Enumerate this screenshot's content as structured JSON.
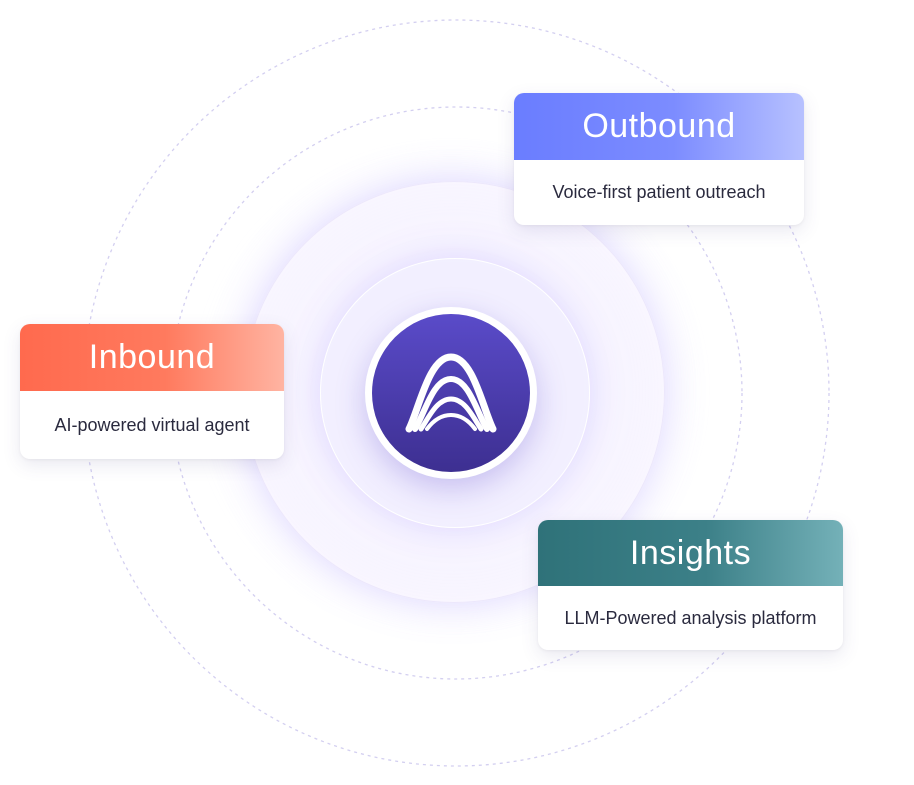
{
  "colors": {
    "outbound_accent": "#6a7dff",
    "inbound_accent": "#ff6a4e",
    "insights_accent": "#2f7279",
    "logo_background": "#4a3cb0",
    "ring_dashed": "#c9c3ec"
  },
  "center": {
    "logo_icon": "arch-logo-icon"
  },
  "cards": {
    "outbound": {
      "title": "Outbound",
      "subtitle": "Voice-first patient outreach"
    },
    "inbound": {
      "title": "Inbound",
      "subtitle": "AI-powered virtual agent"
    },
    "insights": {
      "title": "Insights",
      "subtitle": "LLM-Powered analysis platform"
    }
  }
}
